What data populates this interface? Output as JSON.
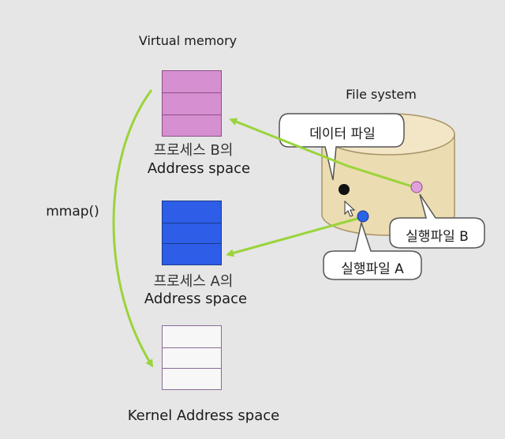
{
  "virtual_memory_title": "Virtual memory",
  "file_system_title": "File system",
  "process_b": {
    "line1": "프로세스 B의",
    "line2": "Address space",
    "color": "#d68fd0"
  },
  "process_a": {
    "line1": "프로세스 A의",
    "line2": "Address space",
    "color": "#2e5ee8"
  },
  "kernel": {
    "label": "Kernel Address space",
    "color": "#f7f7f7"
  },
  "mmap_label": "mmap()",
  "bubbles": {
    "data_file": "데이터 파일",
    "exec_file_b": "실행파일 B",
    "exec_file_a": "실행파일 A"
  },
  "colors": {
    "arrow": "#9ad43a",
    "disk": "#ecdcb2",
    "dot_data": "#111111",
    "dot_b": "#e0a0dc",
    "dot_a": "#2a64e6"
  }
}
